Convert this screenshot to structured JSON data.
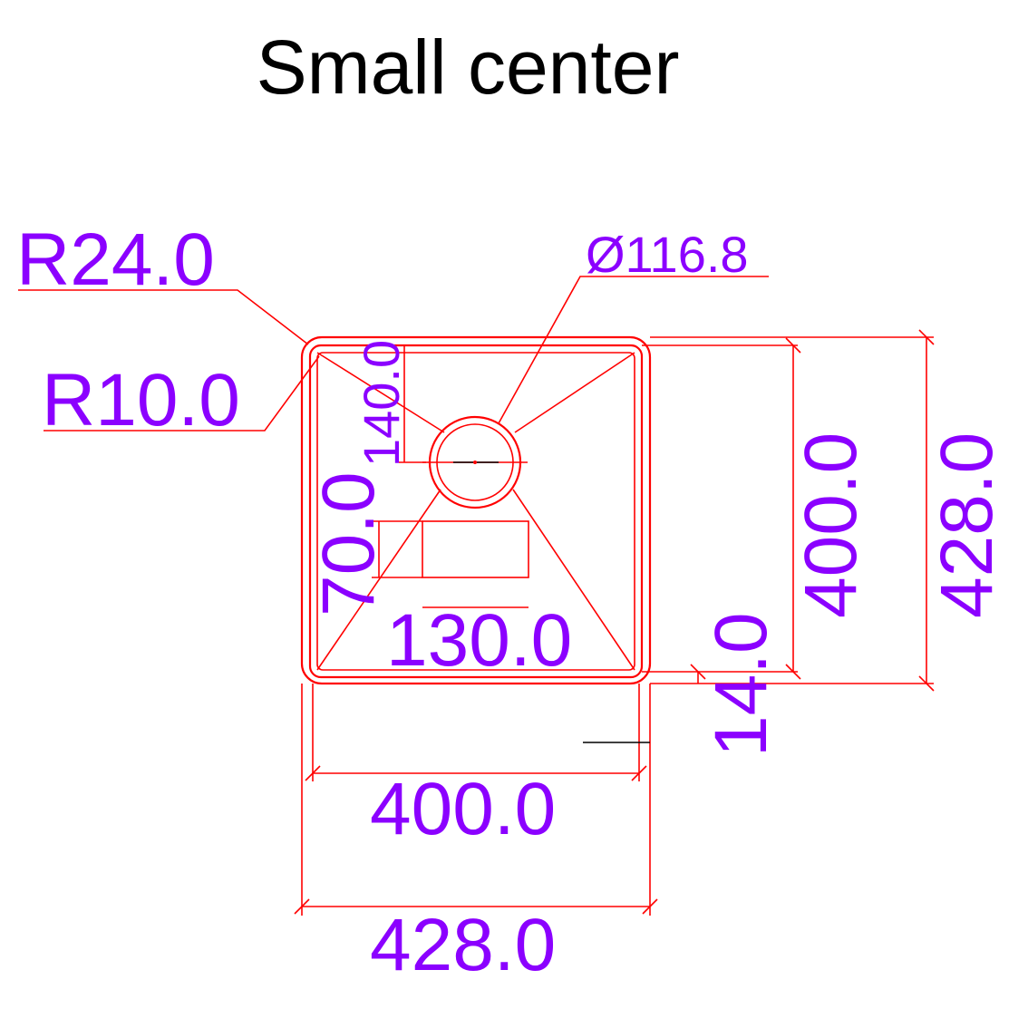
{
  "title": "Small center",
  "colors": {
    "outline": "#ff0000",
    "dimension_text": "#8b00ff",
    "title_text": "#000000",
    "background": "#ffffff"
  },
  "dimensions": {
    "outer_radius": "R24.0",
    "inner_radius": "R10.0",
    "drain_diameter": "Ø116.8",
    "drain_offset": "140.0",
    "overflow_height": "70.0",
    "overflow_width": "130.0",
    "inner_height": "400.0",
    "outer_height": "428.0",
    "rim_thickness": "14.0",
    "inner_width": "400.0",
    "outer_width": "428.0"
  }
}
